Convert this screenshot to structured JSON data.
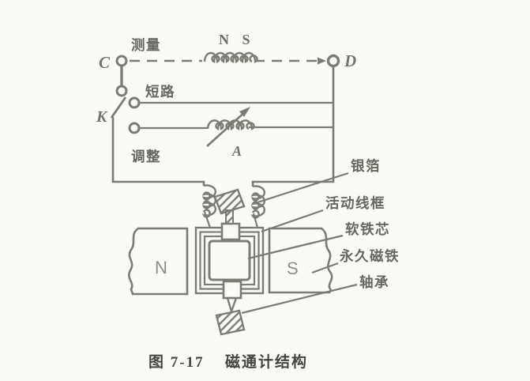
{
  "colors": {
    "paper": "#fbfaf6",
    "ink": "#7c7c74",
    "label_text": "#67675f",
    "caption_text": "#45453e"
  },
  "circuit": {
    "terminal_left": "C",
    "terminal_right": "D",
    "switch_label": "K",
    "rheostat_label": "A",
    "search_coil_poles": "N S",
    "position_measure": "测量",
    "position_short": "短路",
    "position_adjust": "调整"
  },
  "magnet": {
    "left_pole": "N",
    "right_pole": "S"
  },
  "callouts": {
    "silver_foil": "银箔",
    "moving_coil_frame": "活动线框",
    "soft_iron_core": "软铁芯",
    "permanent_magnet": "永久磁铁",
    "bearing": "轴承"
  },
  "caption": {
    "figure_no": "图 7-17",
    "title": "磁通计结构"
  }
}
